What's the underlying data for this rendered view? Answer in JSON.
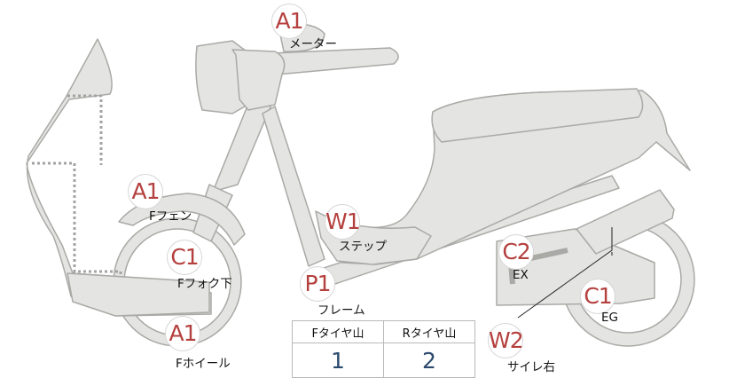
{
  "colors": {
    "body_fill": "#e4e4e2",
    "body_stroke": "#a9a9a6",
    "badge_text": "#b4403e",
    "tread_value": "#2c4a6e"
  },
  "markers": [
    {
      "code": "A1",
      "label": "メーター"
    },
    {
      "code": "A1",
      "label": "Fフェン"
    },
    {
      "code": "C1",
      "label": "Fフォク下"
    },
    {
      "code": "A1",
      "label": "Fホイール"
    },
    {
      "code": "W1",
      "label": "ステップ"
    },
    {
      "code": "P1",
      "label": "フレーム"
    },
    {
      "code": "C2",
      "label": "EX"
    },
    {
      "code": "C1",
      "label": "EG"
    },
    {
      "code": "W2",
      "label": "サイレ右"
    }
  ],
  "tread_table": {
    "headers": [
      "Fタイヤ山",
      "Rタイヤ山"
    ],
    "values": [
      "1",
      "2"
    ]
  }
}
